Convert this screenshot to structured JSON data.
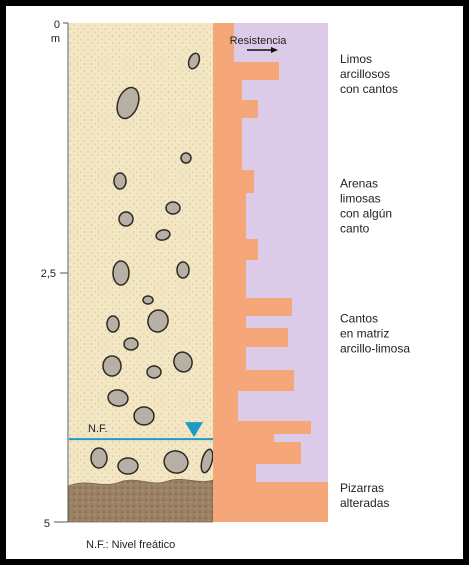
{
  "depth_axis": {
    "unit": "m",
    "ticks": [
      {
        "value": 0,
        "label": "0"
      },
      {
        "value": 2.5,
        "label": "2,5"
      },
      {
        "value": 5,
        "label": "5"
      }
    ]
  },
  "resistance_header": "Resistencia",
  "water_table": {
    "label": "N.F.",
    "depth": 4.17,
    "color": "#1e9bc4"
  },
  "layers": [
    {
      "description_lines": [
        "Limos",
        "arcillosos",
        "con cantos"
      ],
      "text_depth": 0.4
    },
    {
      "description_lines": [
        "Arenas",
        "limosas",
        "con algún",
        "canto"
      ],
      "text_depth": 1.65
    },
    {
      "description_lines": [
        "Cantos",
        "en matriz",
        "arcillo-limosa"
      ],
      "text_depth": 3.0
    },
    {
      "description_lines": [
        "Pizarras",
        "alteradas"
      ],
      "text_depth": 4.7
    }
  ],
  "legend": "N.F.: Nivel freático",
  "colors": {
    "soil": "#f3e6c3",
    "bedrock": "#9b8264",
    "resistance_fill": "#f5a77a",
    "resistance_background": "#dccbe8",
    "pebble": "#b8b0a4"
  }
}
